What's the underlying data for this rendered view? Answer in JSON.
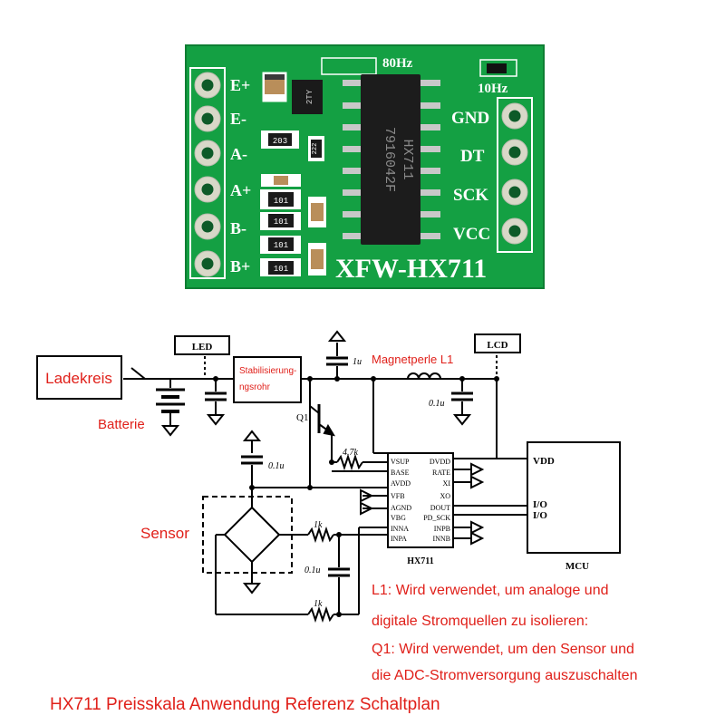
{
  "board": {
    "pin_labels_left": [
      "E+",
      "E-",
      "A-",
      "A+",
      "B-",
      "B+"
    ],
    "pin_labels_right": [
      "GND",
      "DT",
      "SCK",
      "VCC"
    ],
    "rate_labels": [
      "80Hz",
      "10Hz"
    ],
    "chip_text": [
      "HX711",
      "7916042F"
    ],
    "transistor_text": "2TY",
    "resistor_labels": [
      "203",
      "222",
      "101",
      "101",
      "101",
      "101"
    ],
    "board_name": "XFW-HX711",
    "colors": {
      "pcb": "#16a845",
      "silk": "#ffffff",
      "chip": "#1a1a1a"
    }
  },
  "schematic": {
    "led_label": "LED",
    "lcd_label": "LCD",
    "charging_label": "Ladekreis",
    "battery_label": "Batterie",
    "regulator_label": "Stabilisierungsrohr",
    "ferrite_label": "Magnetperle L1",
    "sensor_label": "Sensor",
    "q1_label": "Q1",
    "cap_1u": "1u",
    "cap_01u_top": "0.1u",
    "cap_01u_sensor": "0.1u",
    "cap_01u_mid": "0.1u",
    "res_47k": "4.7k",
    "res_1k_top": "1k",
    "res_1k_bottom": "1k",
    "chip_name": "HX711",
    "chip_pins_left": [
      "VSUP",
      "BASE",
      "AVDD",
      "VFB",
      "AGND",
      "VBG",
      "INNA",
      "INPA"
    ],
    "chip_pins_right": [
      "DVDD",
      "RATE",
      "XI",
      "XO",
      "DOUT",
      "PD_SCK",
      "INPB",
      "INNB"
    ],
    "mcu_name": "MCU",
    "mcu_vdd": "VDD",
    "mcu_io": [
      "I/O",
      "I/O"
    ],
    "notes": [
      "L1: Wird verwendet, um analoge und",
      "digitale Stromquellen zu isolieren:",
      "Q1: Wird verwendet, um den Sensor und",
      "die ADC-Stromversorgung auszuschalten"
    ],
    "caption": "HX711 Preisskala Anwendung Referenz Schaltplan",
    "colors": {
      "red_text": "#e0201a",
      "wire": "#000000"
    }
  }
}
